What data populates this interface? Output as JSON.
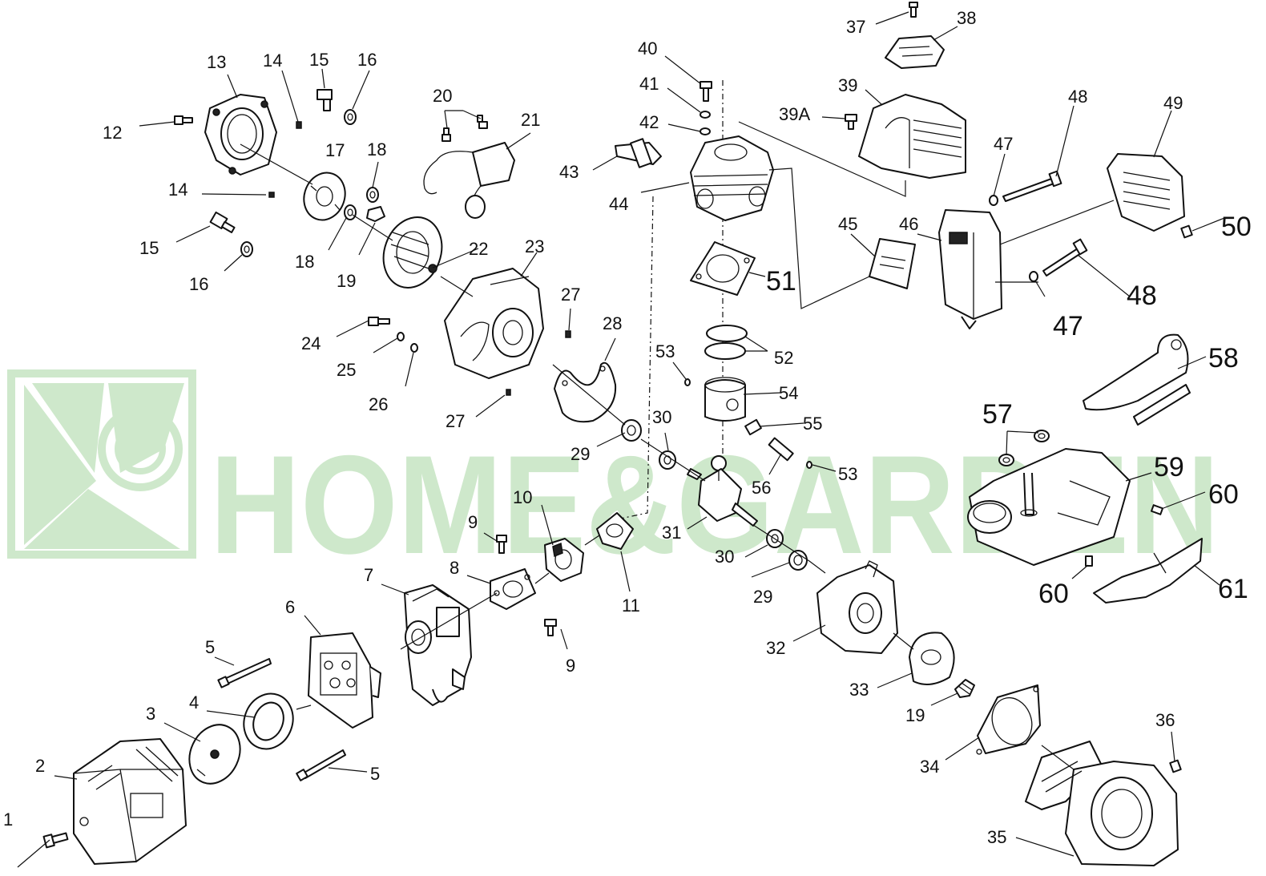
{
  "watermark": {
    "text": "HOME&GARDEN",
    "color": "#c9e6c6"
  },
  "colors": {
    "line": "#111111",
    "background": "#ffffff"
  },
  "labels": [
    {
      "id": "1",
      "text": "1"
    },
    {
      "id": "2",
      "text": "2"
    },
    {
      "id": "3",
      "text": "3"
    },
    {
      "id": "4",
      "text": "4"
    },
    {
      "id": "5a",
      "text": "5"
    },
    {
      "id": "5b",
      "text": "5"
    },
    {
      "id": "6",
      "text": "6"
    },
    {
      "id": "7",
      "text": "7"
    },
    {
      "id": "8",
      "text": "8"
    },
    {
      "id": "9a",
      "text": "9"
    },
    {
      "id": "9b",
      "text": "9"
    },
    {
      "id": "10",
      "text": "10"
    },
    {
      "id": "11",
      "text": "11"
    },
    {
      "id": "12",
      "text": "12"
    },
    {
      "id": "13",
      "text": "13"
    },
    {
      "id": "14a",
      "text": "14"
    },
    {
      "id": "14b",
      "text": "14"
    },
    {
      "id": "15a",
      "text": "15"
    },
    {
      "id": "15b",
      "text": "15"
    },
    {
      "id": "16a",
      "text": "16"
    },
    {
      "id": "16b",
      "text": "16"
    },
    {
      "id": "17",
      "text": "17"
    },
    {
      "id": "18a",
      "text": "18"
    },
    {
      "id": "18b",
      "text": "18"
    },
    {
      "id": "19a",
      "text": "19"
    },
    {
      "id": "19b",
      "text": "19"
    },
    {
      "id": "20",
      "text": "20"
    },
    {
      "id": "21",
      "text": "21"
    },
    {
      "id": "22",
      "text": "22"
    },
    {
      "id": "23",
      "text": "23"
    },
    {
      "id": "24",
      "text": "24"
    },
    {
      "id": "25",
      "text": "25"
    },
    {
      "id": "26",
      "text": "26"
    },
    {
      "id": "27a",
      "text": "27"
    },
    {
      "id": "27b",
      "text": "27"
    },
    {
      "id": "28",
      "text": "28"
    },
    {
      "id": "29a",
      "text": "29"
    },
    {
      "id": "29b",
      "text": "29"
    },
    {
      "id": "30a",
      "text": "30"
    },
    {
      "id": "30b",
      "text": "30"
    },
    {
      "id": "31",
      "text": "31"
    },
    {
      "id": "32",
      "text": "32"
    },
    {
      "id": "33",
      "text": "33"
    },
    {
      "id": "34",
      "text": "34"
    },
    {
      "id": "35",
      "text": "35"
    },
    {
      "id": "36",
      "text": "36"
    },
    {
      "id": "37",
      "text": "37"
    },
    {
      "id": "38",
      "text": "38"
    },
    {
      "id": "39",
      "text": "39"
    },
    {
      "id": "39A",
      "text": "39A"
    },
    {
      "id": "40",
      "text": "40"
    },
    {
      "id": "41",
      "text": "41"
    },
    {
      "id": "42",
      "text": "42"
    },
    {
      "id": "43",
      "text": "43"
    },
    {
      "id": "44",
      "text": "44"
    },
    {
      "id": "45",
      "text": "45"
    },
    {
      "id": "46",
      "text": "46"
    },
    {
      "id": "47a",
      "text": "47"
    },
    {
      "id": "47b",
      "text": "47"
    },
    {
      "id": "48a",
      "text": "48"
    },
    {
      "id": "48b",
      "text": "48"
    },
    {
      "id": "49",
      "text": "49"
    },
    {
      "id": "50",
      "text": "50"
    },
    {
      "id": "51",
      "text": "51"
    },
    {
      "id": "52",
      "text": "52"
    },
    {
      "id": "53a",
      "text": "53"
    },
    {
      "id": "53b",
      "text": "53"
    },
    {
      "id": "54",
      "text": "54"
    },
    {
      "id": "55",
      "text": "55"
    },
    {
      "id": "56",
      "text": "56"
    },
    {
      "id": "57",
      "text": "57"
    },
    {
      "id": "58",
      "text": "58"
    },
    {
      "id": "59",
      "text": "59"
    },
    {
      "id": "60a",
      "text": "60"
    },
    {
      "id": "60b",
      "text": "60"
    },
    {
      "id": "61",
      "text": "61"
    }
  ]
}
